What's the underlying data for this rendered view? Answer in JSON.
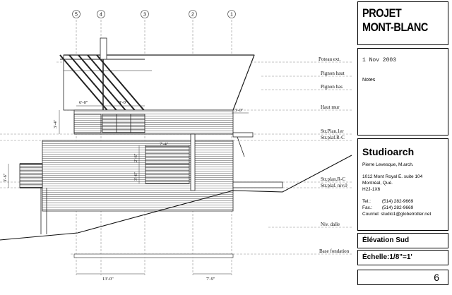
{
  "grid_lines": [
    "5",
    "4",
    "3",
    "2",
    "1"
  ],
  "levels": {
    "poteaux": "Poteau ext.",
    "pignon_haut": "Pignon haut",
    "pignon_bas": "Pignon bas",
    "haut_mur": "Haut mur",
    "str_plan_1er": "Str.Plan.1er",
    "str_plaf_rc": "Str.plaf.R-C",
    "str_plan_rc": "Str.plan.R-C",
    "str_plaf_niv0": "Str.plaf. niv.0",
    "niv_dalle": "Niv. dalle",
    "base_fondation": "Base fondation"
  },
  "dimensions": {
    "d_6_0": "6'-0\"",
    "d_8_0": "8'-0\"",
    "d_3_0": "3'-0\"",
    "d_3_4": "3'-4\"",
    "d_7_4": "7'-4\"",
    "d_2_6": "2'-6\"",
    "d_3_6b": "3'-6\"",
    "d_3_6": "3'-6\"",
    "d_13_0": "13'-0\"",
    "d_7_9": "7'-9\""
  },
  "titleblock": {
    "project_line1": "PROJET",
    "project_line2": "MONT-BLANC",
    "date": "1 Nov 2003",
    "notes_label": "Notes",
    "firm": "Studioarch",
    "architect": "Pierre Levesque, M.arch.",
    "address1": "1012 Mont Royal E. suite 104",
    "address2": "Montréal, Qué.",
    "postal": "H2J-1X6",
    "tel_label": "Tel.:",
    "tel": "(514) 282-9669",
    "fax_label": "Fax.:",
    "fax": "(514) 282-9669",
    "email_label": "Courriel:",
    "email": "studio1@globetrotter.net",
    "drawing_title": "Élévation Sud",
    "scale": "Échelle:1/8\"=1'",
    "sheet": "6"
  }
}
